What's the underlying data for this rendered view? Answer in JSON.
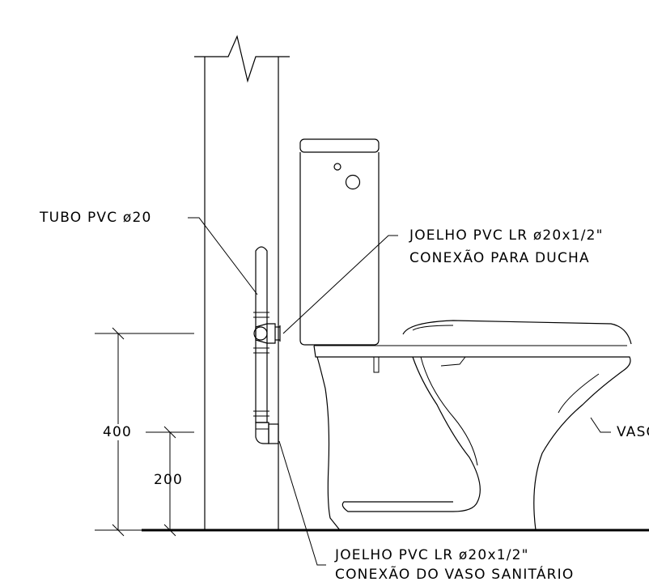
{
  "labels": {
    "pipe": "TUBO PVC ø20",
    "shower_elbow_line1": "JOELHO PVC LR ø20x1/2\"",
    "shower_elbow_line2": "CONEXÃO PARA DUCHA",
    "toilet": "VASO",
    "toilet_elbow_line1": "JOELHO PVC LR ø20x1/2\"",
    "toilet_elbow_line2": "CONEXÃO DO VASO SANITÁRIO"
  },
  "dimensions": {
    "upper": "400",
    "lower": "200"
  }
}
